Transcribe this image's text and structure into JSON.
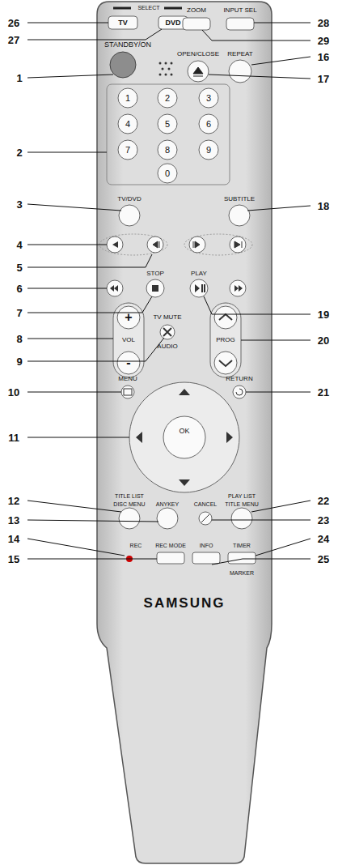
{
  "diagram": {
    "labels": [
      "SELECT",
      "TV",
      "DVD",
      "ZOOM",
      "INPUT SEL",
      "STANDBY/ON",
      "OPEN/CLOSE",
      "REPEAT",
      "1",
      "2",
      "3",
      "4",
      "5",
      "6",
      "7",
      "8",
      "9",
      "0",
      "TV/DVD",
      "SUBTITLE",
      "STOP",
      "PLAY",
      "+",
      "-",
      "VOL",
      "TV MUTE",
      "AUDIO",
      "PROG",
      "MENU",
      "RETURN",
      "OK",
      "TITLE LIST",
      "DISC MENU",
      "ANYKEY",
      "CANCEL",
      "PLAY LIST",
      "TITLE MENU",
      "REC",
      "REC MODE",
      "INFO",
      "TIMER",
      "MARKER",
      "SAMSUNG",
      "26",
      "27",
      "1",
      "2",
      "3",
      "4",
      "5",
      "6",
      "7",
      "8",
      "9",
      "10",
      "11",
      "12",
      "13",
      "14",
      "15",
      "28",
      "29",
      "16",
      "17",
      "18",
      "19",
      "20",
      "21",
      "22",
      "23",
      "24",
      "25"
    ]
  }
}
